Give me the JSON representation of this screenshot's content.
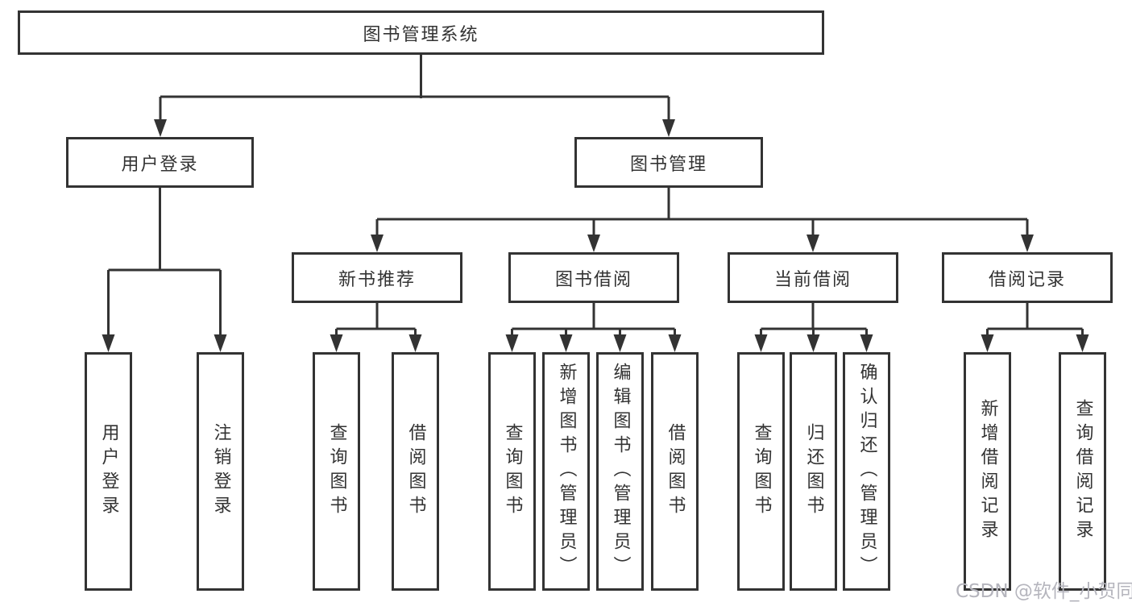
{
  "diagram_type": "hierarchy-tree",
  "watermark": "CSDN @软件_小贺同学",
  "colors": {
    "line": "#333333",
    "border": "#333333",
    "text": "#333333",
    "watermark": "#b5b5bd",
    "background": "#ffffff"
  },
  "tree": {
    "label": "图书管理系统",
    "children": [
      {
        "label": "用户登录",
        "children": [
          {
            "label": "用户登录"
          },
          {
            "label": "注销登录"
          }
        ]
      },
      {
        "label": "图书管理",
        "children": [
          {
            "label": "新书推荐",
            "children": [
              {
                "label": "查询图书"
              },
              {
                "label": "借阅图书"
              }
            ]
          },
          {
            "label": "图书借阅",
            "children": [
              {
                "label": "查询图书"
              },
              {
                "label": "新增图书（管理员）"
              },
              {
                "label": "编辑图书（管理员）"
              },
              {
                "label": "借阅图书"
              }
            ]
          },
          {
            "label": "当前借阅",
            "children": [
              {
                "label": "查询图书"
              },
              {
                "label": "归还图书"
              },
              {
                "label": "确认归还（管理员）"
              }
            ]
          },
          {
            "label": "借阅记录",
            "children": [
              {
                "label": "新增借阅记录"
              },
              {
                "label": "查询借阅记录"
              }
            ]
          }
        ]
      }
    ]
  }
}
